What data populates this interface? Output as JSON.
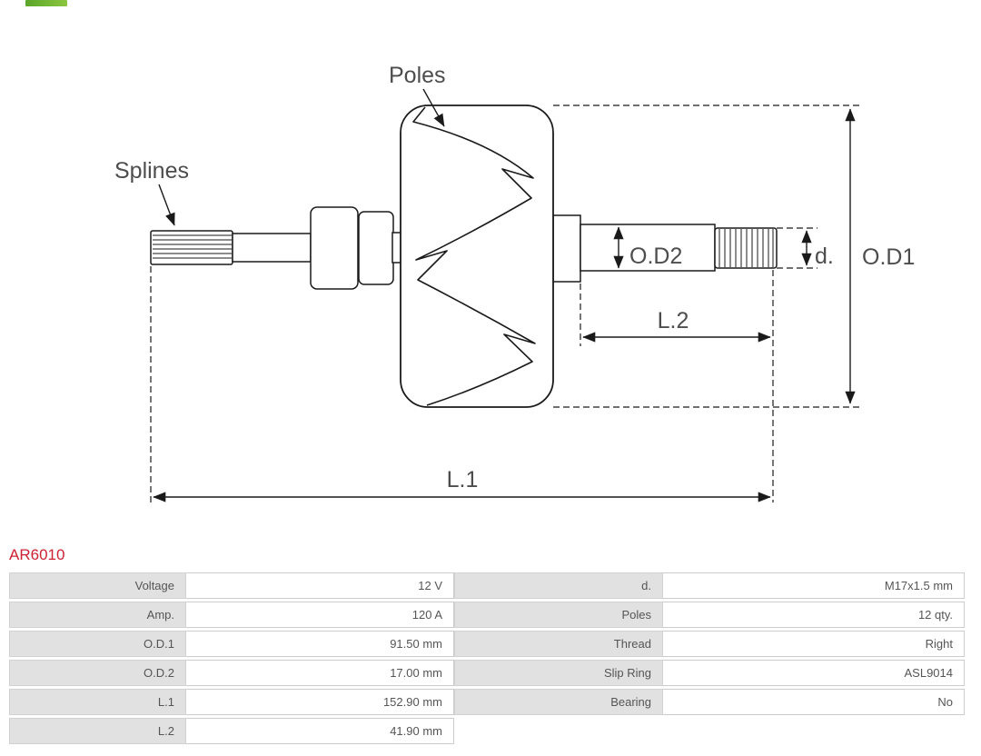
{
  "part_number": "AR6010",
  "colors": {
    "accent": "#cc2233",
    "table_label_bg": "#e1e1e1",
    "table_text": "#555555",
    "drawing_line": "#1a1a1a",
    "drawing_text": "#4d4d4d"
  },
  "drawing": {
    "labels": {
      "poles": "Poles",
      "splines": "Splines",
      "od2": "O.D2",
      "d": "d.",
      "od1": "O.D1",
      "l2": "L.2",
      "l1": "L.1"
    }
  },
  "table": {
    "left_rows": [
      {
        "label": "Voltage",
        "value": "12 V"
      },
      {
        "label": "Amp.",
        "value": "120 A"
      },
      {
        "label": "O.D.1",
        "value": "91.50 mm"
      },
      {
        "label": "O.D.2",
        "value": "17.00 mm"
      },
      {
        "label": "L.1",
        "value": "152.90 mm"
      },
      {
        "label": "L.2",
        "value": "41.90 mm"
      }
    ],
    "right_rows": [
      {
        "label": "d.",
        "value": "M17x1.5 mm"
      },
      {
        "label": "Poles",
        "value": "12 qty."
      },
      {
        "label": "Thread",
        "value": "Right"
      },
      {
        "label": "Slip Ring",
        "value": "ASL9014"
      },
      {
        "label": "Bearing",
        "value": "No"
      }
    ]
  }
}
